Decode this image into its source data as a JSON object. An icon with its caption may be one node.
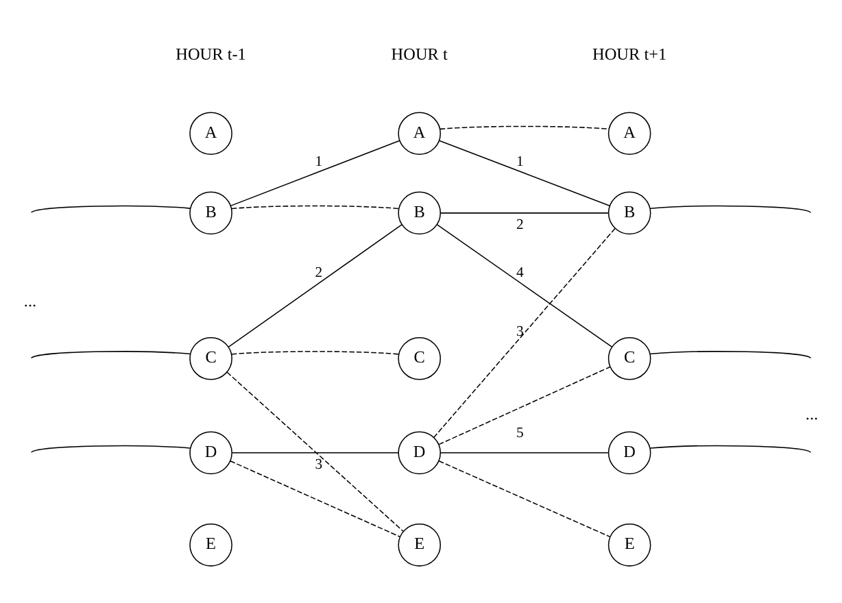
{
  "diagram": {
    "nodes": [
      {
        "text": [
          "A"
        ]
      },
      {
        "text": [
          "A"
        ]
      },
      {
        "text": [
          "A"
        ]
      },
      {
        "text": [
          "B"
        ]
      },
      {
        "text": [
          "B"
        ]
      },
      {
        "text": [
          "B"
        ]
      },
      {
        "text": [
          "C"
        ]
      },
      {
        "text": [
          "C"
        ]
      },
      {
        "text": [
          "C"
        ]
      },
      {
        "text": [
          "D"
        ]
      },
      {
        "text": [
          "D"
        ]
      },
      {
        "text": [
          "D"
        ]
      },
      {
        "text": [
          "E"
        ]
      },
      {
        "text": [
          "E"
        ]
      },
      {
        "text": [
          "E"
        ]
      }
    ],
    "edges": [
      {
        "from": 3,
        "to": 1,
        "arrow": "none",
        "label": "1"
      },
      {
        "from": 3,
        "to": 4,
        "arrow": "none",
        "style": "dashed"
      },
      {
        "from": 6,
        "to": 4,
        "arrow": "none",
        "label": "2"
      },
      {
        "from": 6,
        "to": 7,
        "arrow": "none",
        "style": "dashed"
      },
      {
        "from": 6,
        "to": 13,
        "arrow": "none",
        "style": "dashed"
      },
      {
        "from": 9,
        "to": 10,
        "arrow": "none",
        "label": "3"
      },
      {
        "from": 9,
        "to": 13,
        "arrow": "none",
        "style": "dashed"
      },
      {
        "from": 1,
        "to": 2,
        "arrow": "none",
        "style": "dashed"
      },
      {
        "from": 1,
        "to": 5,
        "arrow": "none",
        "label": "1"
      },
      {
        "from": 4,
        "to": 5,
        "arrow": "none",
        "label": "2"
      },
      {
        "from": 4,
        "to": 8,
        "arrow": "none",
        "label": "4"
      },
      {
        "from": 10,
        "to": 5,
        "arrow": "none",
        "style": "dashed",
        "label": "3"
      },
      {
        "from": 10,
        "to": 8,
        "arrow": "none",
        "style": "dashed"
      },
      {
        "from": 11,
        "to": 10,
        "arrow": "none",
        "label": "5"
      },
      {
        "from": 14,
        "to": 10,
        "arrow": "none",
        "style": "dashed"
      },
      {
        "from": null,
        "to": 3,
        "arrow": "none"
      },
      {
        "from": null,
        "to": 6,
        "arrow": "none"
      },
      {
        "from": null,
        "to": 9,
        "arrow": "none"
      },
      {
        "from": 5,
        "to": null,
        "arrow": "none"
      },
      {
        "from": 8,
        "to": null,
        "arrow": "none"
      },
      {
        "from": 11,
        "to": null,
        "arrow": "none"
      }
    ],
    "labels": [
      "HOUR t-1",
      "HOUR t",
      "HOUR t+1",
      "...",
      "..."
    ]
  }
}
